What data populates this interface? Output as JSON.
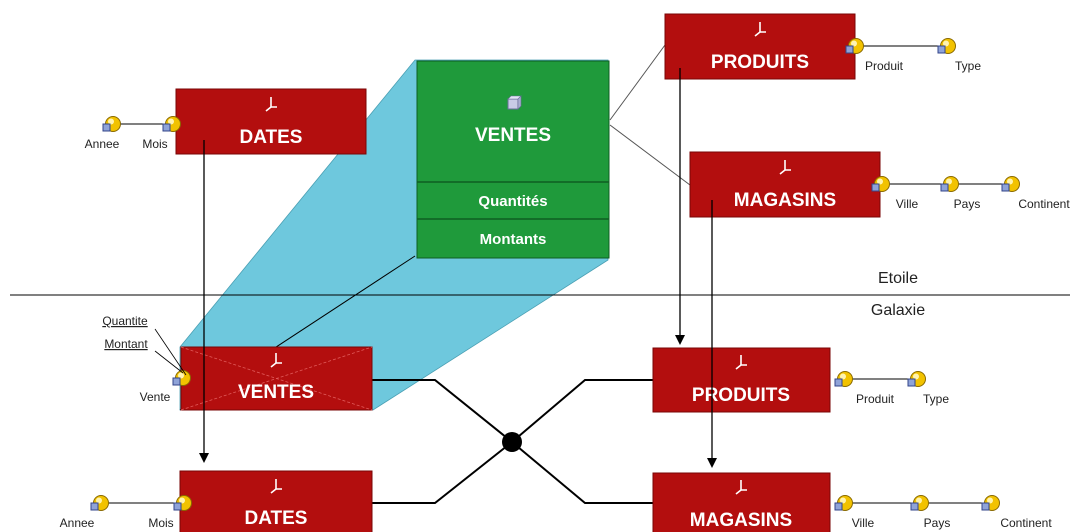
{
  "colors": {
    "dimension": "#b30e0e",
    "dimension_edge": "#7a0606",
    "fact": "#1f9a3b",
    "fact_edge": "#0e5e22",
    "zoom": "#6ec8dd",
    "node": "#f2c200"
  },
  "icons": {
    "dimension": "dimension-axis-icon",
    "fact": "cube-icon",
    "attribute": "attribute-node-icon"
  },
  "sections": {
    "top": "Etoile",
    "bottom": "Galaxie"
  },
  "star": {
    "fact": {
      "title": "VENTES",
      "measures": [
        "Quantités",
        "Montants"
      ]
    },
    "dimensions": {
      "dates": {
        "title": "DATES",
        "attributes": [
          "Annee",
          "Mois"
        ]
      },
      "produits": {
        "title": "PRODUITS",
        "attributes": [
          "Produit",
          "Type"
        ]
      },
      "magasins": {
        "title": "MAGASINS",
        "attributes": [
          "Ville",
          "Pays",
          "Continent"
        ]
      }
    }
  },
  "galaxy": {
    "ventes": {
      "title": "VENTES",
      "attribute": "Vente",
      "measures": [
        "Quantite",
        "Montant"
      ]
    },
    "dates": {
      "title": "DATES",
      "attributes": [
        "Annee",
        "Mois"
      ]
    },
    "produits": {
      "title": "PRODUITS",
      "attributes": [
        "Produit",
        "Type"
      ]
    },
    "magasins": {
      "title": "MAGASINS",
      "attributes": [
        "Ville",
        "Pays",
        "Continent"
      ]
    }
  }
}
